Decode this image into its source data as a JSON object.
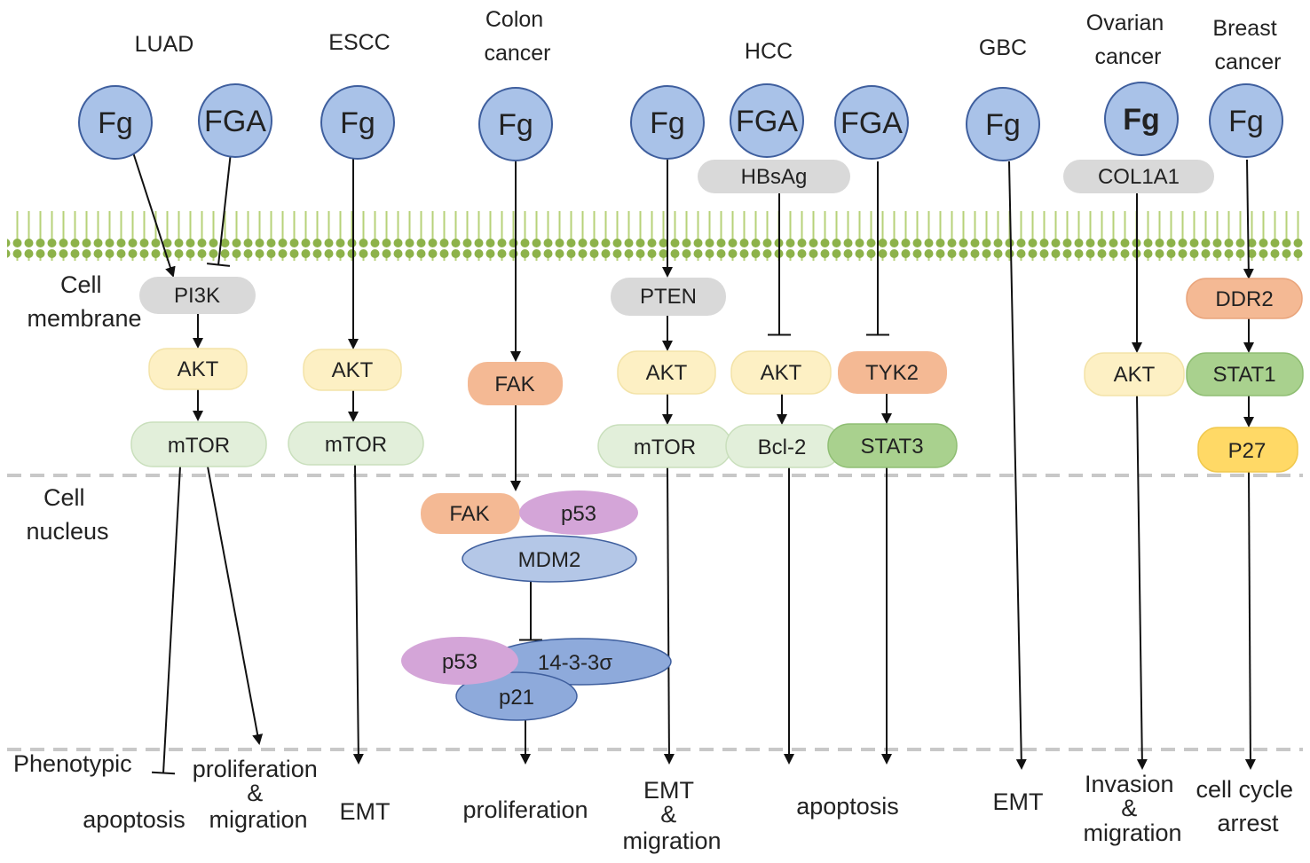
{
  "region_labels": {
    "cell_membrane": [
      "Cell",
      "membrane"
    ],
    "cell_nucleus": [
      "Cell",
      "nucleus"
    ],
    "phenotypic": "Phenotypic"
  },
  "cancers": {
    "luad": [
      "LUAD"
    ],
    "escc": [
      "ESCC"
    ],
    "colon": [
      "Colon",
      "cancer"
    ],
    "hcc": [
      "HCC"
    ],
    "gbc": [
      "GBC"
    ],
    "ovarian": [
      "Ovarian",
      "cancer"
    ],
    "breast": [
      "Breast",
      "cancer"
    ]
  },
  "ligands": {
    "luad_fg": "Fg",
    "luad_fga": "FGA",
    "escc_fg": "Fg",
    "colon_fg": "Fg",
    "hcc_fg": "Fg",
    "hcc_fga1": "FGA",
    "hcc_fga2": "FGA",
    "gbc_fg": "Fg",
    "ovarian_fg": "Fg",
    "breast_fg": "Fg"
  },
  "cofactors": {
    "hbsag": "HBsAg",
    "col1a1": "COL1A1"
  },
  "nodes": {
    "luad_pi3k": "PI3K",
    "luad_akt": "AKT",
    "luad_mtor": "mTOR",
    "escc_akt": "AKT",
    "escc_mtor": "mTOR",
    "colon_fak": "FAK",
    "colon_fak_n": "FAK",
    "colon_p53_a": "p53",
    "colon_mdm2": "MDM2",
    "colon_1433": "14-3-3σ",
    "colon_p53_b": "p53",
    "colon_p21": "p21",
    "hcc_pten": "PTEN",
    "hcc_akt1": "AKT",
    "hcc_mtor": "mTOR",
    "hcc_akt2": "AKT",
    "hcc_bcl2": "Bcl-2",
    "hcc_tyk2": "TYK2",
    "hcc_stat3": "STAT3",
    "ovarian_akt": "AKT",
    "breast_ddr2": "DDR2",
    "breast_stat1": "STAT1",
    "breast_p27": "P27"
  },
  "phenotypes": {
    "luad_apoptosis": [
      "apoptosis"
    ],
    "luad_prolif": [
      "proliferation",
      "&",
      "migration"
    ],
    "escc": [
      "EMT"
    ],
    "colon": [
      "proliferation"
    ],
    "hcc1": [
      "EMT",
      "&",
      "migration"
    ],
    "hcc2": [
      "apoptosis"
    ],
    "gbc": [
      "EMT"
    ],
    "ovarian": [
      "Invasion",
      "&",
      "migration"
    ],
    "breast": [
      "cell cycle",
      "arrest"
    ]
  },
  "colors": {
    "ligand_fill": "#a9c2e8",
    "ligand_stroke": "#3f5f9e",
    "grey_node": "#d9d9d9",
    "akt": "#fdf0c4",
    "mtor": "#e2efda",
    "orange_node": "#f4b994",
    "green_node": "#a9d18e",
    "p27": "#ffd966",
    "purple_node": "#d4a5d8",
    "blue_node": "#b4c7e7",
    "dark_blue_node": "#8eaadb",
    "membrane": "#8db24a",
    "divider": "#c8c8c8"
  }
}
